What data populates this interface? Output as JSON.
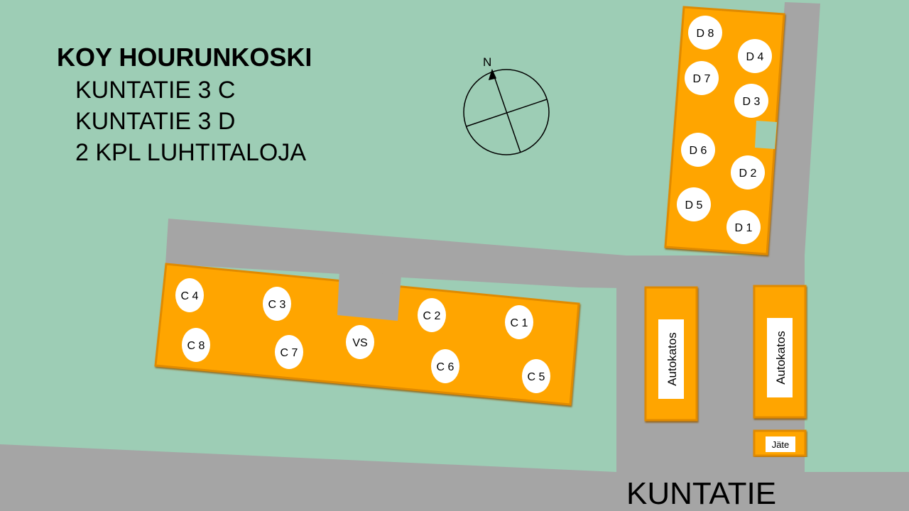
{
  "title": "KOY HOURUNKOSKI",
  "subtitles": [
    "KUNTATIE 3 C",
    "KUNTATIE 3 D",
    "2 KPL LUHTITALOJA"
  ],
  "street": "KUNTATIE",
  "compass_label": "N",
  "building_c": [
    "C 4",
    "C 3",
    "C 2",
    "C 1",
    "C 8",
    "C 7",
    "VS",
    "C 6",
    "C 5"
  ],
  "building_d": [
    "D 8",
    "D 4",
    "D 7",
    "D 3",
    "D 6",
    "D 2",
    "D 5",
    "D 1"
  ],
  "carports": [
    "Autokatos",
    "Autokatos"
  ],
  "waste": "Jäte",
  "colors": {
    "grass": "#9dcdb5",
    "road": "#a5a5a5",
    "building": "#ffa500",
    "edge": "#c87800"
  }
}
